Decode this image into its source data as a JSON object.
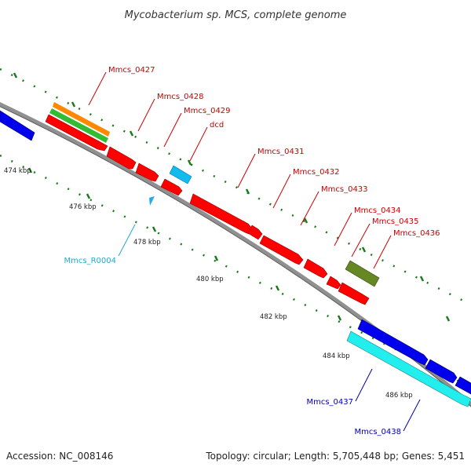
{
  "title": "Mycobacterium sp. MCS, complete genome",
  "footer": {
    "accession": "Accession: NC_008146",
    "summary": "Topology: circular; Length: 5,705,448 bp; Genes: 5,451"
  },
  "colors": {
    "cds_forward": "#ff0000",
    "cds_reverse": "#0000ee",
    "rna": "#11ccee",
    "backbone": "#909090",
    "ticks": "#1a7a1a"
  },
  "ticks": [
    "474 kbp",
    "476 kbp",
    "478 kbp",
    "480 kbp",
    "482 kbp",
    "484 kbp",
    "486 kbp"
  ],
  "gene_labels": [
    {
      "text": "Mmcs_0427",
      "color": "#cc0000"
    },
    {
      "text": "Mmcs_0428",
      "color": "#cc0000"
    },
    {
      "text": "Mmcs_0429",
      "color": "#cc0000"
    },
    {
      "text": "dcd",
      "color": "#cc0000"
    },
    {
      "text": "Mmcs_0431",
      "color": "#cc0000"
    },
    {
      "text": "Mmcs_0432",
      "color": "#cc0000"
    },
    {
      "text": "Mmcs_0433",
      "color": "#cc0000"
    },
    {
      "text": "Mmcs_0434",
      "color": "#cc0000"
    },
    {
      "text": "Mmcs_0435",
      "color": "#cc0000"
    },
    {
      "text": "Mmcs_0436",
      "color": "#cc0000"
    },
    {
      "text": "Mmcs_R0004",
      "color": "#22aacc"
    },
    {
      "text": "Mmcs_0437",
      "color": "#0000aa"
    },
    {
      "text": "Mmcs_0438",
      "color": "#0000aa"
    }
  ]
}
